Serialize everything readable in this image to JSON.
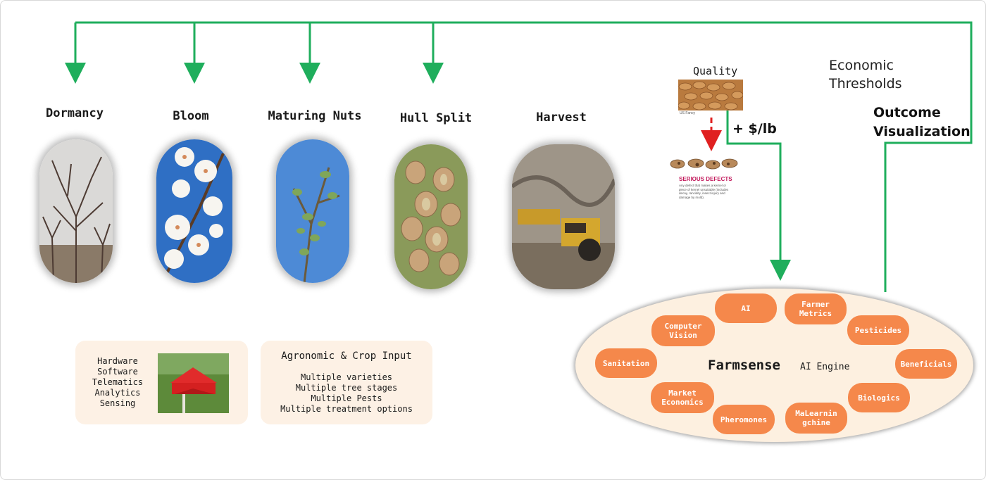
{
  "stages": [
    {
      "title": "Dormancy"
    },
    {
      "title": "Bloom"
    },
    {
      "title": "Maturing Nuts"
    },
    {
      "title": "Hull Split"
    },
    {
      "title": "Harvest"
    }
  ],
  "hardware_box": {
    "items": [
      "Hardware",
      "Software",
      "Telematics",
      "Analytics",
      "Sensing"
    ]
  },
  "agronomic_box": {
    "title": "Agronomic & Crop Input",
    "items": [
      "Multiple varieties",
      "Multiple tree stages",
      "Multiple Pests",
      "Multiple treatment options"
    ]
  },
  "quality": {
    "label": "Quality",
    "caption": "US Fancy",
    "defects_title": "SERIOUS DEFECTS",
    "defects_text": "Any defect that makes a kernel or piece of kernel unsuitable (includes decay, rancidity, insect injury and damage by mold)."
  },
  "price_label": "+ $/lb",
  "economic_thresholds": [
    "Economic",
    "Thresholds"
  ],
  "outcome": [
    "Outcome",
    "Visualization"
  ],
  "engine": {
    "title": "Farmsense",
    "subtitle": "AI Engine",
    "nodes": [
      {
        "label": "AI"
      },
      {
        "label": "Farmer Metrics"
      },
      {
        "label": "Pesticides"
      },
      {
        "label": "Beneficials"
      },
      {
        "label": "Biologics"
      },
      {
        "label": "MaLearnin gchine"
      },
      {
        "label": "Pheromones"
      },
      {
        "label": "Market Economics"
      },
      {
        "label": "Sanitation"
      },
      {
        "label": "Computer Vision"
      }
    ]
  },
  "colors": {
    "connector": "#1fae5c",
    "node": "#f5884b",
    "engine_bg": "#fdf0e0",
    "box_bg": "#fdf1e5",
    "arrow_red": "#e02020"
  }
}
